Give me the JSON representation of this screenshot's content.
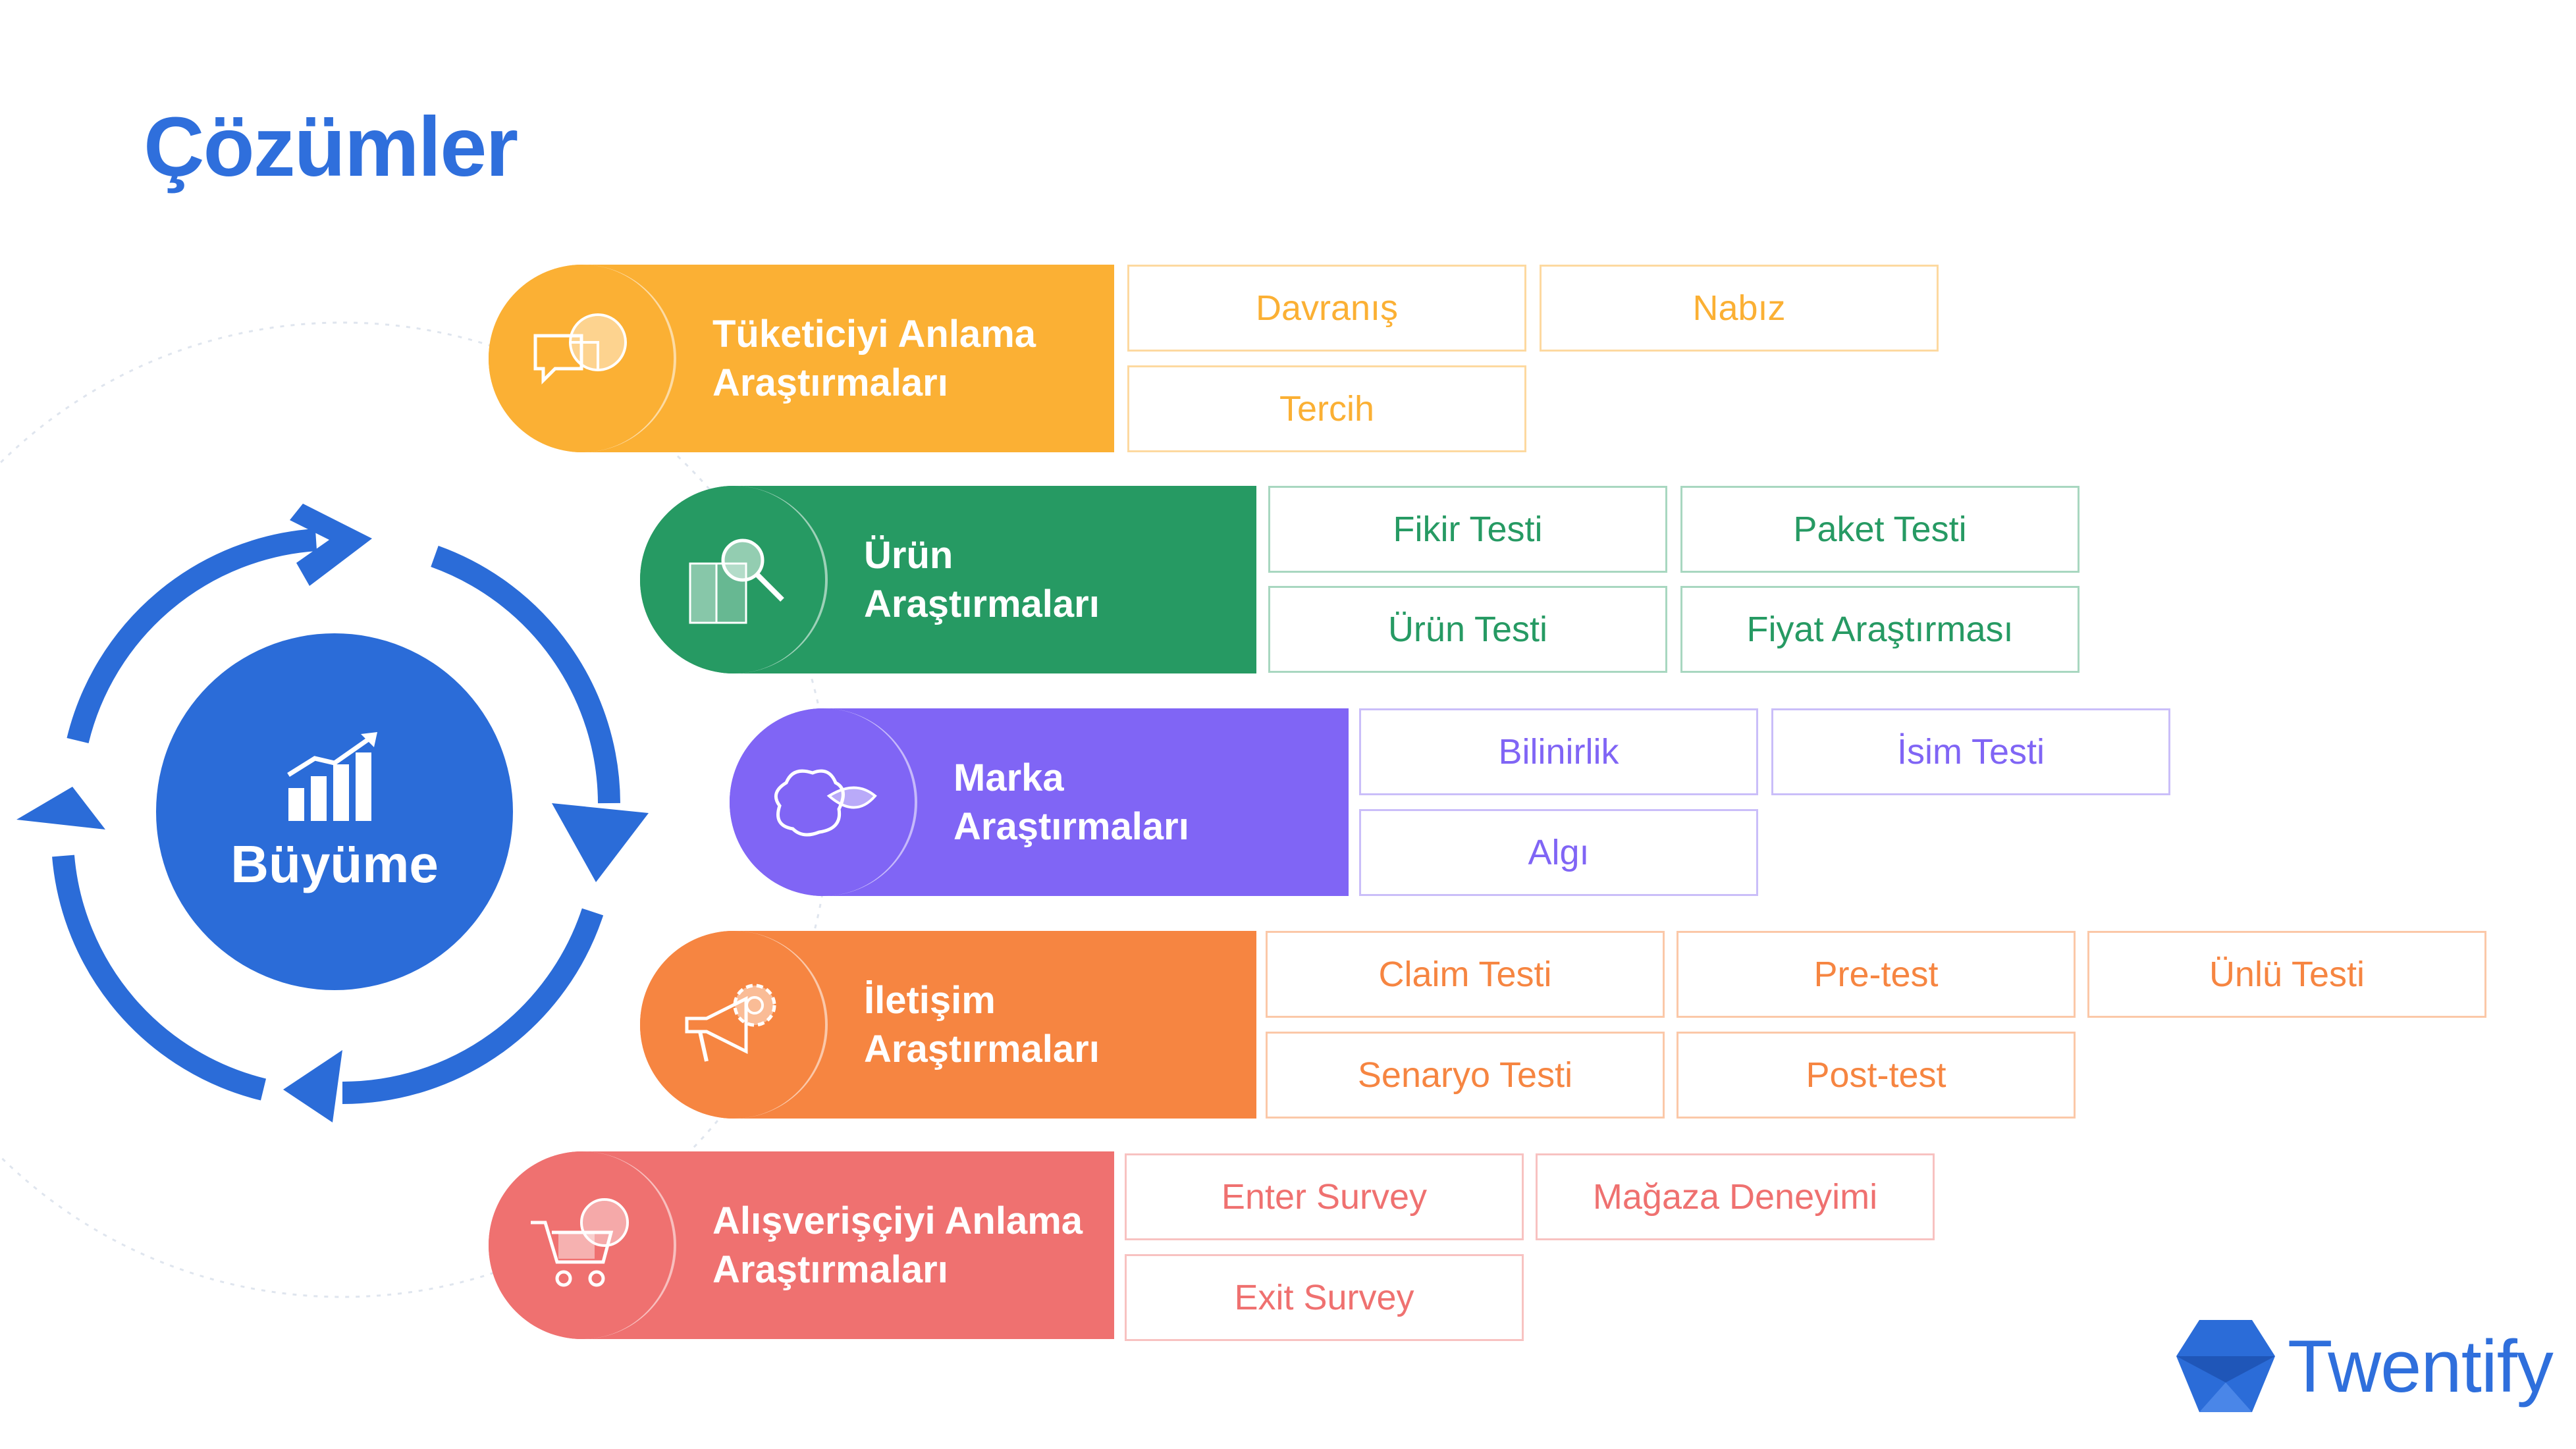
{
  "title": "Çözümler",
  "hub": {
    "label": "Büyüme",
    "icon": "growth-chart-icon"
  },
  "colors": {
    "blue": "#2B6CD8",
    "orange_yellow": "#FBB034",
    "green": "#269A63",
    "purple": "#8065F5",
    "orange": "#F68541",
    "salmon": "#EF7170"
  },
  "categories": [
    {
      "id": "consumer",
      "title": "Tüketiciyi Anlama\nAraştırmaları",
      "icon": "speech-bubble-pie-icon",
      "color": "#FBB034",
      "items": [
        "Davranış",
        "Nabız",
        "Tercih"
      ]
    },
    {
      "id": "product",
      "title": "Ürün\nAraştırmaları",
      "icon": "package-magnifier-icon",
      "color": "#269A63",
      "items": [
        "Fikir Testi",
        "Paket Testi",
        "Ürün Testi",
        "Fiyat Araştırması"
      ]
    },
    {
      "id": "brand",
      "title": "Marka\nAraştırmaları",
      "icon": "brain-leaf-icon",
      "color": "#8065F5",
      "items": [
        "Bilinirlik",
        "İsim Testi",
        "Algı"
      ]
    },
    {
      "id": "communication",
      "title": "İletişim\nAraştırmaları",
      "icon": "megaphone-gear-icon",
      "color": "#F68541",
      "items": [
        "Claim Testi",
        "Pre-test",
        "Ünlü Testi",
        "Senaryo Testi",
        "Post-test"
      ]
    },
    {
      "id": "shopper",
      "title": "Alışverişçiyi Anlama\nAraştırmaları",
      "icon": "shopping-cart-pie-icon",
      "color": "#EF7170",
      "items": [
        "Enter Survey",
        "Mağaza Deneyimi",
        "Exit Survey"
      ]
    }
  ],
  "logo": {
    "text": "Twentify",
    "icon": "twentify-cube-icon"
  }
}
